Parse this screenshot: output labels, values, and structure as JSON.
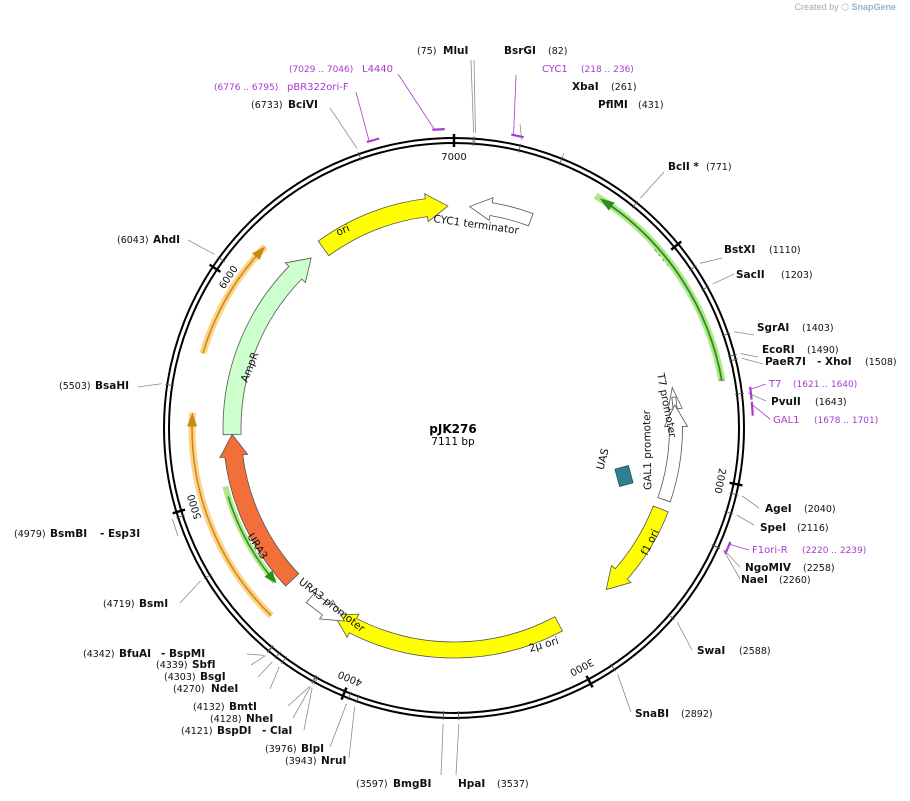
{
  "credit": {
    "prefix": "Created by",
    "brand": "SnapGene"
  },
  "plasmid": {
    "name": "pJK276",
    "length_label": "7111 bp",
    "length": 7111
  },
  "ticks": [
    {
      "pos": 0,
      "label": "7000"
    },
    {
      "pos": 1000,
      "label": "1000"
    },
    {
      "pos": 2000,
      "label": "2000"
    },
    {
      "pos": 3000,
      "label": "3000"
    },
    {
      "pos": 4000,
      "label": "4000"
    },
    {
      "pos": 5000,
      "label": "5000"
    },
    {
      "pos": 6000,
      "label": "6000"
    }
  ],
  "sites": [
    {
      "name": "MluI",
      "pos": "(75)"
    },
    {
      "name": "BsrGI",
      "pos": "(82)"
    },
    {
      "name": "XbaI",
      "pos": "(261)"
    },
    {
      "name": "PflMI",
      "pos": "(431)"
    },
    {
      "name": "BclI *",
      "pos": "(771)"
    },
    {
      "name": "BstXI",
      "pos": "(1110)"
    },
    {
      "name": "SacII",
      "pos": "(1203)"
    },
    {
      "name": "SgrAI",
      "pos": "(1403)"
    },
    {
      "name": "EcoRI",
      "pos": "(1490)"
    },
    {
      "name": "PaeR7I",
      "pos": ""
    },
    {
      "name": "- XhoI",
      "pos": "(1508)"
    },
    {
      "name": "PvuII",
      "pos": "(1643)"
    },
    {
      "name": "AgeI",
      "pos": "(2040)"
    },
    {
      "name": "SpeI",
      "pos": "(2116)"
    },
    {
      "name": "NgoMIV",
      "pos": "(2258)"
    },
    {
      "name": "NaeI",
      "pos": "(2260)"
    },
    {
      "name": "SwaI",
      "pos": "(2588)"
    },
    {
      "name": "SnaBI",
      "pos": "(2892)"
    },
    {
      "name": "HpaI",
      "pos": "(3537)"
    },
    {
      "name": "BmgBI",
      "pos": "(3597)"
    },
    {
      "name": "NruI",
      "pos": "(3943)"
    },
    {
      "name": "BlpI",
      "pos": "(3976)"
    },
    {
      "name": "BspDI",
      "pos": "(4121)"
    },
    {
      "name": "- ClaI",
      "pos": ""
    },
    {
      "name": "NheI",
      "pos": "(4128)"
    },
    {
      "name": "BmtI",
      "pos": "(4132)"
    },
    {
      "name": "NdeI",
      "pos": "(4270)"
    },
    {
      "name": "BsgI",
      "pos": "(4303)"
    },
    {
      "name": "SbfI",
      "pos": "(4339)"
    },
    {
      "name": "BfuAI",
      "pos": "(4342)"
    },
    {
      "name": "- BspMI",
      "pos": ""
    },
    {
      "name": "BsmI",
      "pos": "(4719)"
    },
    {
      "name": "BsmBI",
      "pos": "(4979)"
    },
    {
      "name": "- Esp3I",
      "pos": ""
    },
    {
      "name": "BsaHI",
      "pos": "(5503)"
    },
    {
      "name": "AhdI",
      "pos": "(6043)"
    },
    {
      "name": "BciVI",
      "pos": "(6733)"
    }
  ],
  "primers": [
    {
      "name": "CYC1",
      "range": "(218 .. 236)"
    },
    {
      "name": "T7",
      "range": "(1621 .. 1640)"
    },
    {
      "name": "GAL1",
      "range": "(1678 .. 1701)"
    },
    {
      "name": "F1ori-R",
      "range": "(2220 .. 2239)"
    },
    {
      "name": "L4440",
      "range": "(7029 .. 7046)"
    },
    {
      "name": "pBR322ori-F",
      "range": "(6776 .. 6795)"
    }
  ],
  "features": [
    {
      "name": "CYC1 terminator",
      "color": "#ffffff"
    },
    {
      "name": "T7 promoter",
      "color": "#ffffff"
    },
    {
      "name": "GAL1 promoter",
      "color": "#ffffff"
    },
    {
      "name": "UAS",
      "color": "#2f7f8f"
    },
    {
      "name": "f1 ori",
      "color": "#ffff00"
    },
    {
      "name": "2µ ori",
      "color": "#ffff00"
    },
    {
      "name": "URA3 promoter",
      "color": "#ffffff"
    },
    {
      "name": "URA3",
      "color": "#f26f3a"
    },
    {
      "name": "AmpR",
      "color": "#ccffcc"
    },
    {
      "name": "ori",
      "color": "#ffff00"
    }
  ],
  "colors": {
    "backbone": "#000000",
    "enzyme_label": "#000000",
    "primer": "#a63bd1",
    "orf_green": "#2e8b1e",
    "orf_glow": "#aee88a",
    "orf_orange": "#c98a13",
    "orf_orange_glow": "#ffd28a"
  }
}
